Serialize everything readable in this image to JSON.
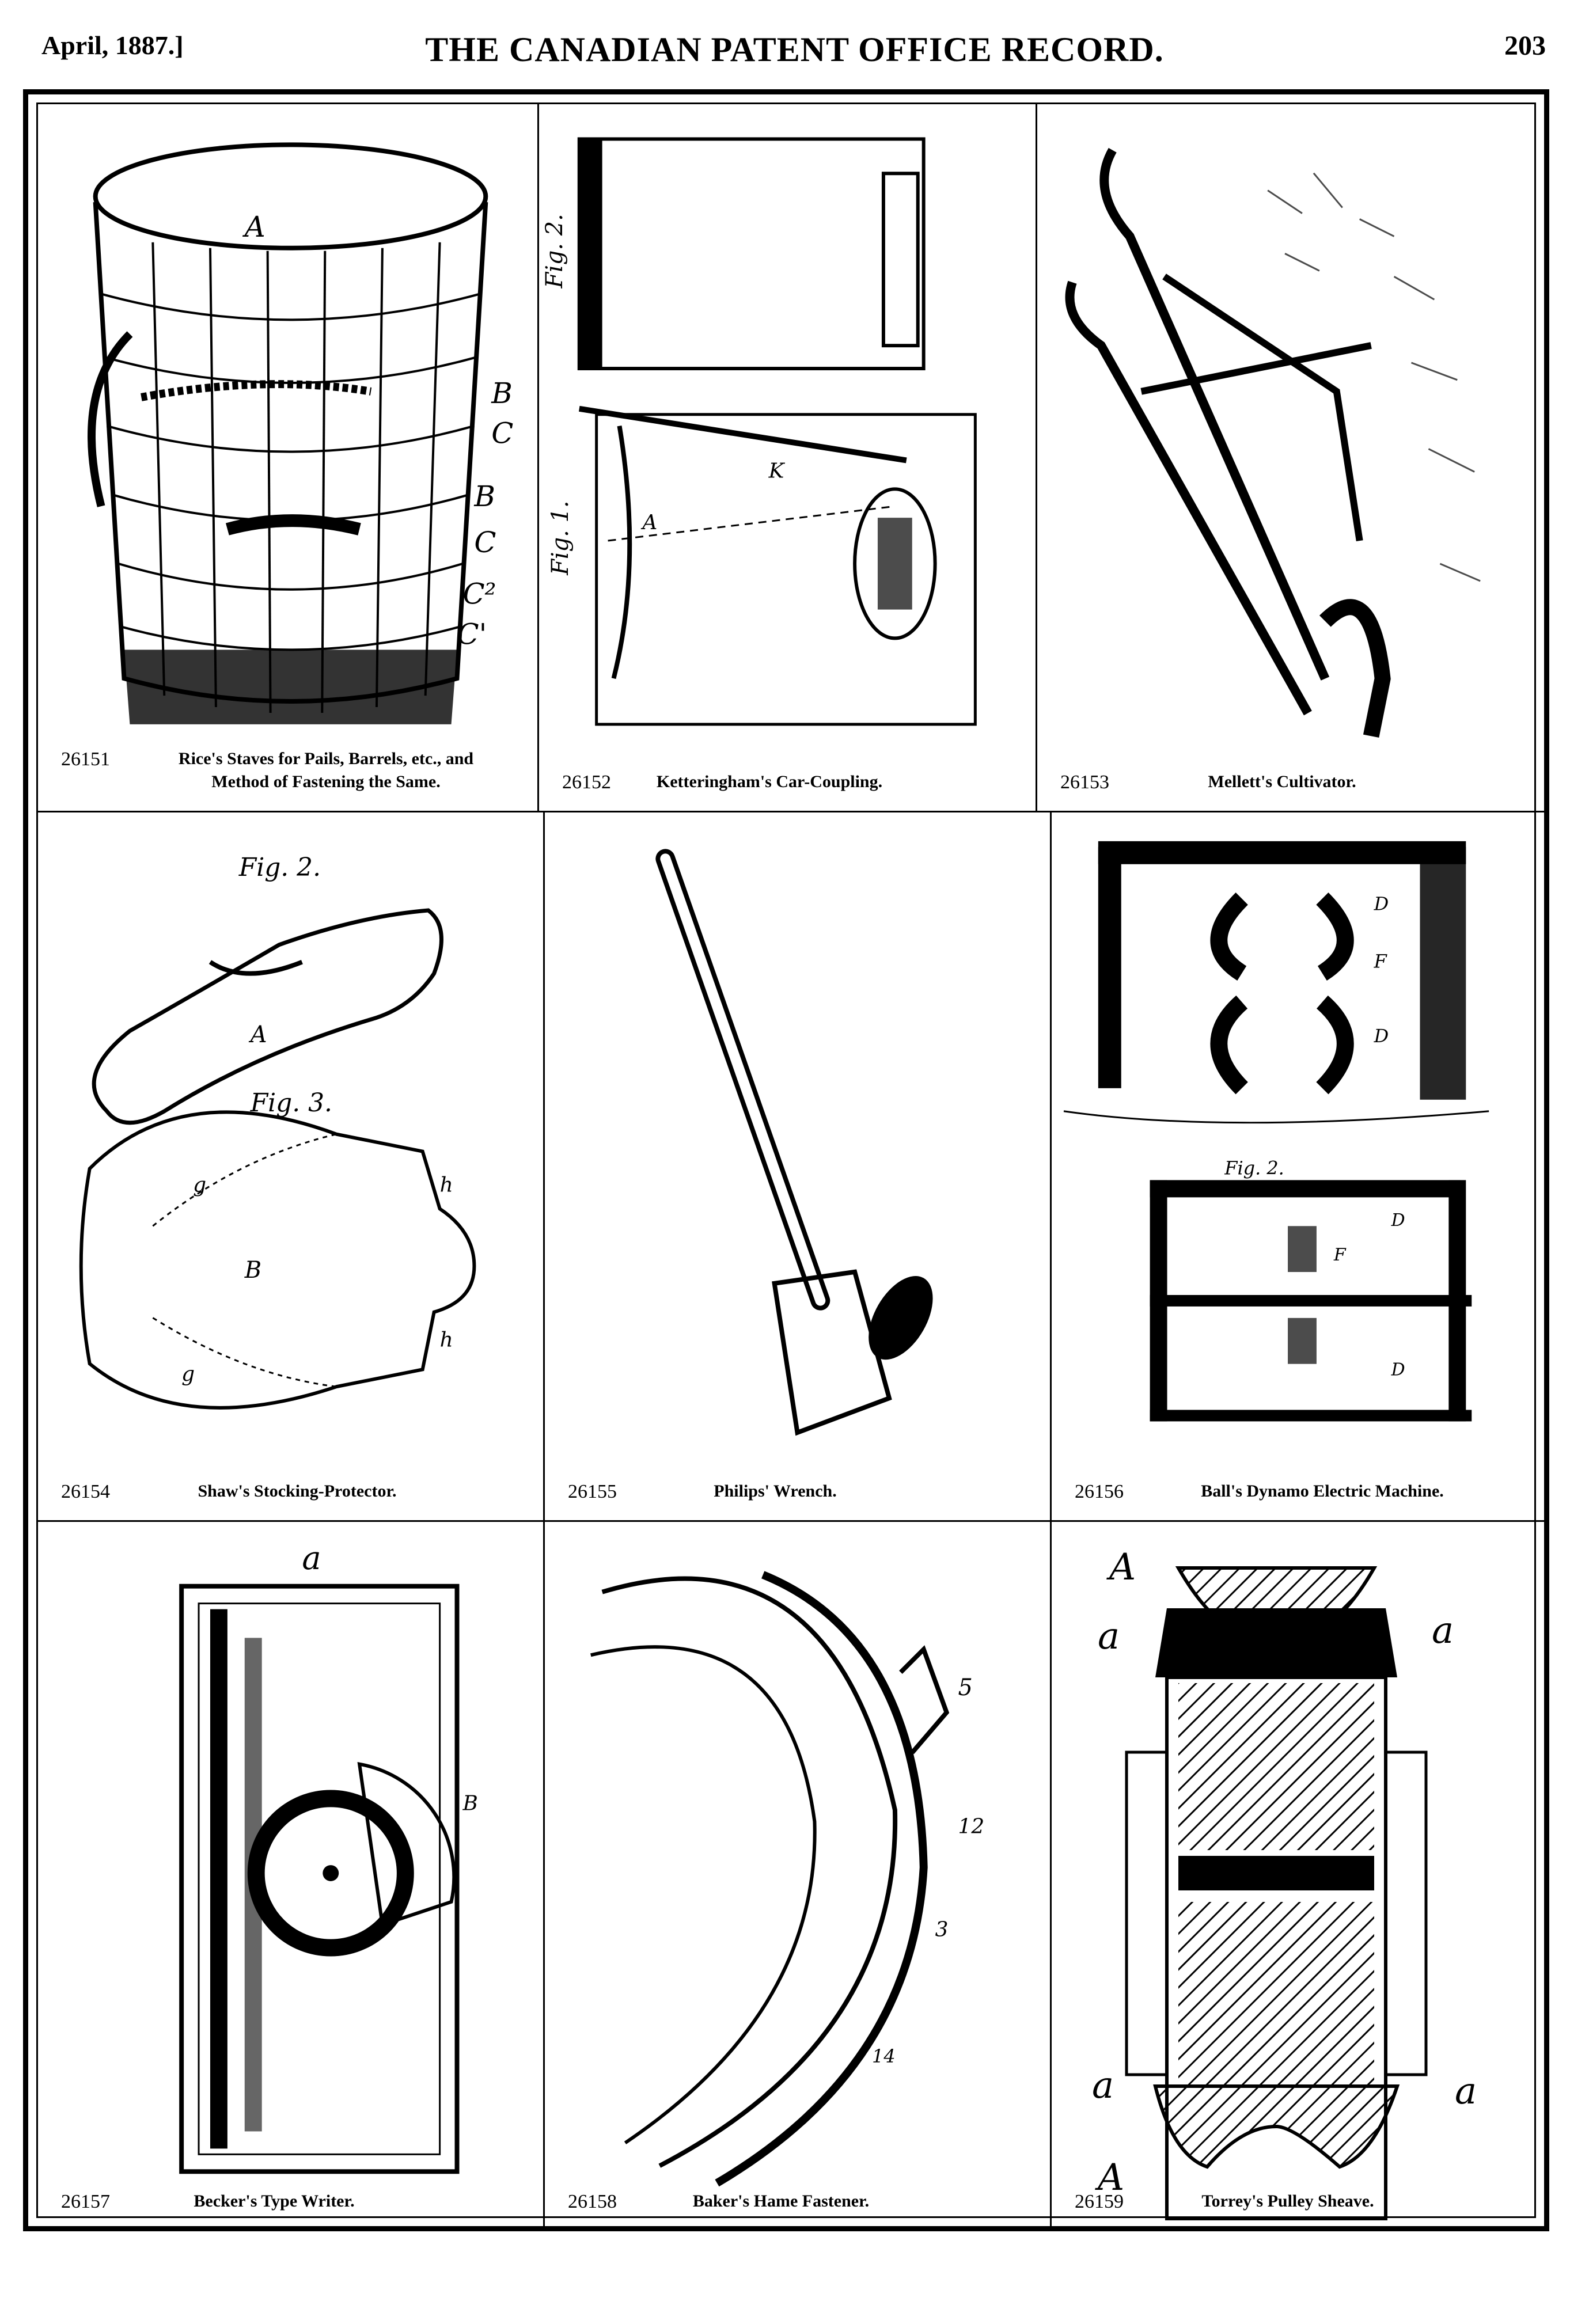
{
  "header": {
    "date": "April, 1887.]",
    "title": "THE CANADIAN PATENT OFFICE RECORD.",
    "page": "203"
  },
  "patents": [
    {
      "number": "26151",
      "title_line1": "Rice's Staves for Pails, Barrels, etc., and",
      "title_line2": "Method of Fastening the Same.",
      "labels": [
        "A",
        "B",
        "C",
        "B",
        "C",
        "C²",
        "C'"
      ]
    },
    {
      "number": "26152",
      "title": "Ketteringham's Car-Coupling.",
      "labels": [
        "Fig. 2.",
        "Fig. 1.",
        "K",
        "A"
      ]
    },
    {
      "number": "26153",
      "title": "Mellett's Cultivator."
    },
    {
      "number": "26154",
      "title": "Shaw's Stocking-Protector.",
      "labels": [
        "Fig. 2.",
        "Fig. 3.",
        "A",
        "B",
        "g",
        "g",
        "h",
        "h"
      ]
    },
    {
      "number": "26155",
      "title": "Philips' Wrench."
    },
    {
      "number": "26156",
      "title": "Ball's Dynamo Electric Machine.",
      "labels": [
        "D",
        "F",
        "D",
        "Fig. 2.",
        "D",
        "F",
        "D"
      ]
    },
    {
      "number": "26157",
      "title": "Becker's Type Writer.",
      "labels": [
        "a",
        "B"
      ]
    },
    {
      "number": "26158",
      "title": "Baker's Hame Fastener.",
      "labels": [
        "5",
        "3",
        "12",
        "14"
      ]
    },
    {
      "number": "26159",
      "title": "Torrey's Pulley Sheave.",
      "labels": [
        "A",
        "a",
        "a",
        "a",
        "a",
        "A"
      ]
    }
  ]
}
